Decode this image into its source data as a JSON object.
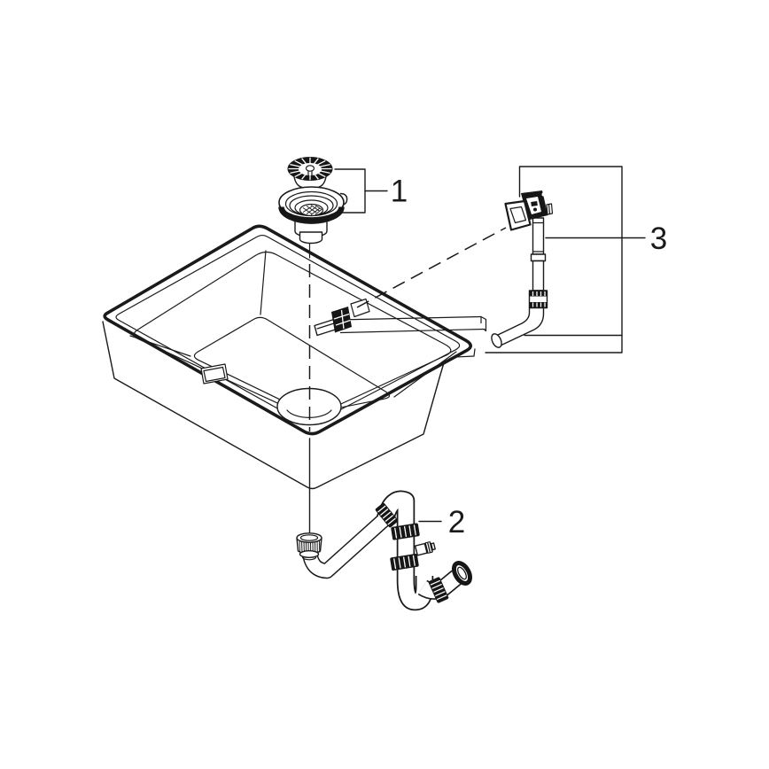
{
  "figure": {
    "kind": "exploded-parts-diagram",
    "subject": "kitchen-sink-drain-assembly",
    "background_color": "#ffffff",
    "line_color": "#1a1a1a",
    "callouts": [
      {
        "number": "1",
        "part": "basket-strainer"
      },
      {
        "number": "2",
        "part": "siphon-trap"
      },
      {
        "number": "3",
        "part": "overflow-pipe"
      }
    ]
  }
}
